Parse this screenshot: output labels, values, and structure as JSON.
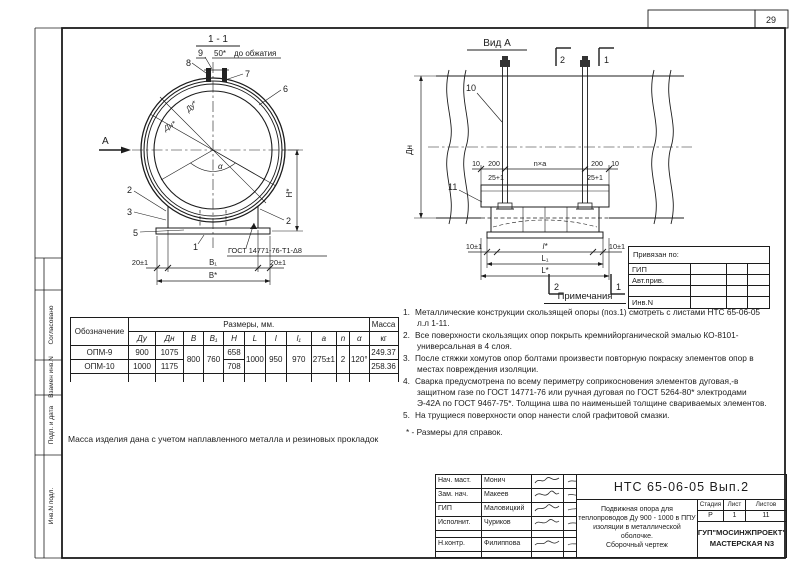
{
  "page": {
    "sheet_number": "29"
  },
  "frame_stamps": {
    "agreed": "Согласовано",
    "replaced_inv": "Взамен инв.N",
    "sign_date": "Подп. и дата",
    "inv_orig": "Инв.N подл."
  },
  "section_view": {
    "title": "1 - 1",
    "dim_50": "50*",
    "dim_50_note": "до обжатия",
    "label_a": "А",
    "label_du": "Ду*",
    "label_dn": "Дн*",
    "label_alpha": "α",
    "label_h": "H*",
    "weld_note": "ГОСТ 14771-76-Т1-Δ8",
    "dim_20_left": "20±1",
    "dim_b1": "B₁",
    "dim_20_right": "20±1",
    "dim_b": "B*",
    "callout_1": "1",
    "callout_2a": "2",
    "callout_2b": "2",
    "callout_3": "3",
    "callout_5": "5",
    "callout_6": "6",
    "callout_7": "7",
    "callout_8": "8",
    "callout_9": "9"
  },
  "view_a": {
    "title": "Вид А",
    "cut_2_top": "2",
    "cut_1_top": "1",
    "cut_2_bottom": "2",
    "cut_1_bottom": "1",
    "callout_10": "10",
    "callout_11": "11",
    "label_dn": "Дн",
    "dim_10_left": "10",
    "dim_200_left": "200",
    "dim_nxa": "n×a",
    "dim_200_right": "200",
    "dim_10_right": "10",
    "dim_25_left": "25+1",
    "dim_25_right": "25+1",
    "dim_10pm_left": "10±1",
    "dim_l_small": "l*",
    "dim_10pm_right": "10±1",
    "dim_l1": "L₁",
    "dim_l": "L*"
  },
  "binding_block": {
    "title": "Привязан по:",
    "row_gip": "ГИП",
    "row_avt": "Авт.прив.",
    "row_inv": "Инв.N"
  },
  "notes": {
    "title": "Примечания",
    "items": [
      {
        "num": "1.",
        "text": "Металлические конструкции скользящей опоры (поз.1) смотреть с листами НТС 65-06-05 л.л 1-11."
      },
      {
        "num": "2.",
        "text": "Все поверхности скользящих опор покрыть кремнийорганической эмалью КО-8101-универсальная в 4 слоя."
      },
      {
        "num": "3.",
        "text": "После стяжки хомутов опор болтами произвести повторную покраску элементов опор в местах повреждения изоляции."
      },
      {
        "num": "4.",
        "text": "Сварка предусмотрена по всему периметру соприкосновения элементов дуговая,-в защитном газе по ГОСТ 14771-76 или ручная дуговая по ГОСТ 5264-80* электродами Э-42А по ГОСТ 9467-75*. Толщина шва по наименьшей толщине свариваемых элементов."
      },
      {
        "num": "5.",
        "text": "На трущиеся поверхности опор нанести слой графитовой смазки."
      }
    ],
    "footnote": "* - Размеры для справок."
  },
  "dim_table": {
    "designation_header": "Обозначение",
    "sizes_header": "Размеры,  мм.",
    "mass_header": "Масса",
    "mass_unit": "кг",
    "col_du": "Ду",
    "col_dn": "Дн",
    "col_b": "В",
    "col_b1": "В₁",
    "col_h": "Н",
    "col_l": "L",
    "col_ls": "l",
    "col_l1": "l₁",
    "col_a": "a",
    "col_n": "n",
    "col_alpha": "α",
    "rows": [
      {
        "name": "ОПМ-9",
        "du": "900",
        "dn": "1075",
        "h": "658",
        "mass": "249.37"
      },
      {
        "name": "ОПМ-10",
        "du": "1000",
        "dn": "1175",
        "h": "708",
        "mass": "258.36"
      }
    ],
    "shared": {
      "b": "800",
      "b1": "760",
      "l": "1000",
      "ls": "950",
      "l1": "970",
      "a": "275±1",
      "n": "2",
      "alpha": "120°"
    }
  },
  "mass_note": "Масса изделия дана с учетом наплавленного металла и резиновых прокладок",
  "title_block": {
    "doc_number": "НТС 65-06-05 Вып.2",
    "signature_rows": [
      {
        "role": "Нач. маст.",
        "name": "Монич"
      },
      {
        "role": "Зам. нач.",
        "name": "Макеев"
      },
      {
        "role": "ГИП",
        "name": "Маловицкий"
      },
      {
        "role": "Исполнит.",
        "name": "Чуриков"
      },
      {
        "role": "Н.контр.",
        "name": "Филиппова"
      }
    ],
    "description_line1": "Подвижная опора для",
    "description_line2": "теплопроводов Ду 900 - 1000 в ППУ",
    "description_line3": "изоляции в металлической оболочке.",
    "description_line4": "Сборочный чертеж",
    "stage_label": "Стадия",
    "sheet_label": "Лист",
    "sheets_label": "Листов",
    "stage": "Р",
    "sheet": "1",
    "sheets": "11",
    "org": "ГУП\"МОСИНЖПРОЕКТ\"",
    "workshop": "МАСТЕРСКАЯ N3"
  }
}
